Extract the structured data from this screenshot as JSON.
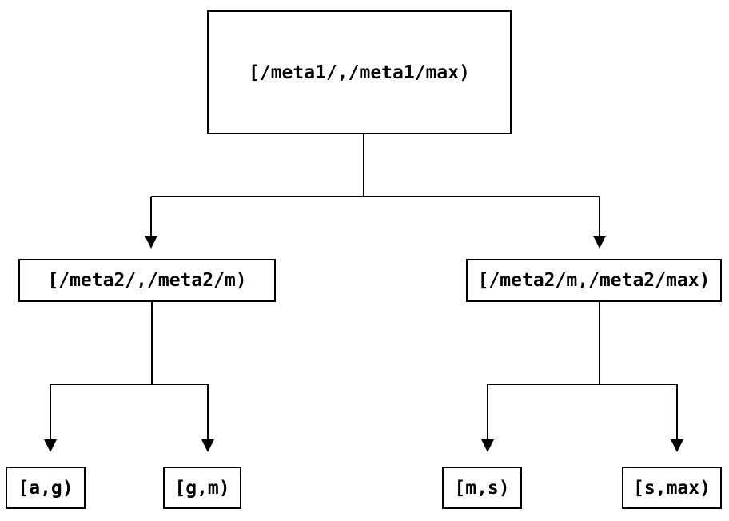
{
  "diagram": {
    "type": "binary-interval-tree",
    "colors": {
      "background": "#ffffff",
      "line": "#000000",
      "text": "#000000",
      "node_fill": "#ffffff"
    },
    "nodes": {
      "root": {
        "label": "[/meta1/,/meta1/max)"
      },
      "left": {
        "label": "[/meta2/,/meta2/m)"
      },
      "right": {
        "label": "[/meta2/m,/meta2/max)"
      },
      "leaf_ag": {
        "label": "[a,g)"
      },
      "leaf_gm": {
        "label": "[g,m)"
      },
      "leaf_ms": {
        "label": "[m,s)"
      },
      "leaf_smax": {
        "label": "[s,max)"
      }
    },
    "edges": [
      {
        "from": "root",
        "to": "left"
      },
      {
        "from": "root",
        "to": "right"
      },
      {
        "from": "left",
        "to": "leaf_ag"
      },
      {
        "from": "left",
        "to": "leaf_gm"
      },
      {
        "from": "right",
        "to": "leaf_ms"
      },
      {
        "from": "right",
        "to": "leaf_smax"
      }
    ]
  }
}
